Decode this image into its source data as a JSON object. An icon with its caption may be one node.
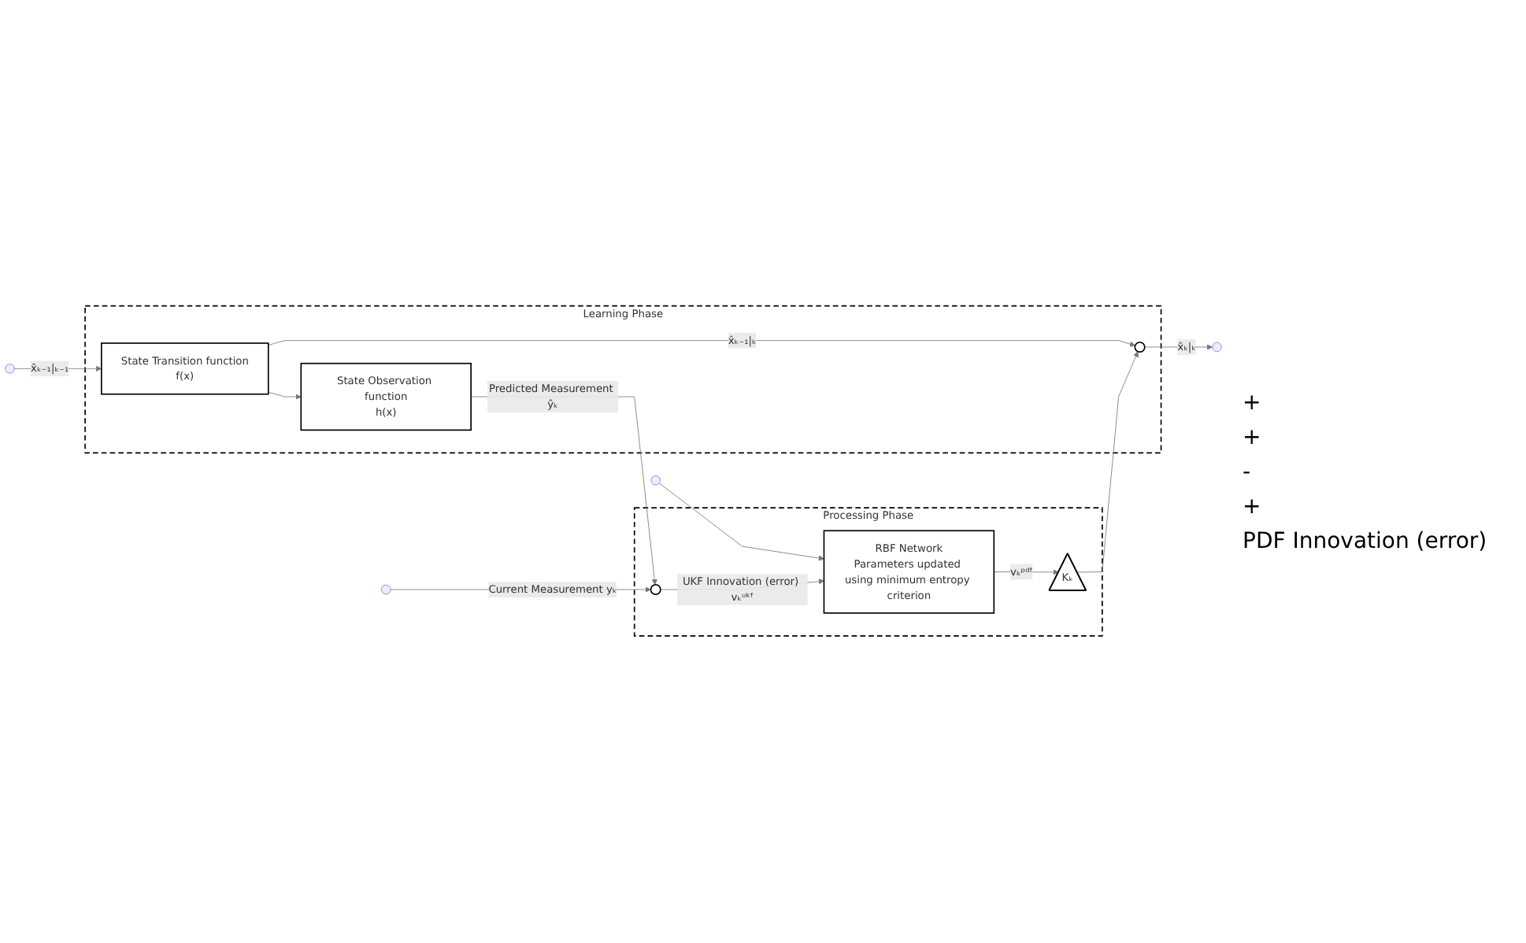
{
  "diagram": {
    "nodes": [
      {
        "text": [
          "Learning Phase"
        ]
      },
      {
        "text": [
          "State Transition function",
          "f(x)"
        ],
        "in": 0
      },
      {
        "text": [
          "State Observation function",
          "h(x)"
        ],
        "in": 0
      },
      {
        "text": [],
        "shape": "circle",
        "in": 0
      },
      {
        "text": [
          "Processing Phase"
        ]
      },
      {
        "text": [],
        "shape": "circle",
        "in": 4
      },
      {
        "text": [
          "RBF Network",
          "Parameters updated using minimum entropy criterion"
        ],
        "in": 4
      },
      {
        "text": [
          "Kₖ"
        ],
        "in": 4
      }
    ],
    "edges": [
      {
        "from": null,
        "to": 1,
        "arrow": "to",
        "label": "x̂ₖ₋₁|ₖ₋₁"
      },
      {
        "from": 1,
        "to": 3,
        "arrow": "to",
        "label": "x̂ₖ₋₁|ₖ"
      },
      {
        "from": 1,
        "to": 2,
        "arrow": "to"
      },
      {
        "from": 2,
        "to": 5,
        "arrow": "to",
        "label": "Predicted Measurement ŷₖ"
      },
      {
        "from": null,
        "to": 5,
        "arrow": "to",
        "label": "Current Measurement yₖ"
      },
      {
        "from": null,
        "to": 6,
        "arrow": "to"
      },
      {
        "from": 5,
        "to": 6,
        "arrow": "to",
        "label": "UKF Innovation (error) vₖᵘᵏᶠ"
      },
      {
        "from": 6,
        "to": 7,
        "arrow": "to",
        "label": "vₖᵖᵈᶠ"
      },
      {
        "from": 7,
        "to": 3,
        "arrow": "to"
      },
      {
        "from": 3,
        "to": null,
        "arrow": "to",
        "label": "x̂ₖ|ₖ"
      }
    ],
    "labels": [
      "+",
      "+",
      "-",
      "+",
      "PDF Innovation (error)"
    ]
  }
}
